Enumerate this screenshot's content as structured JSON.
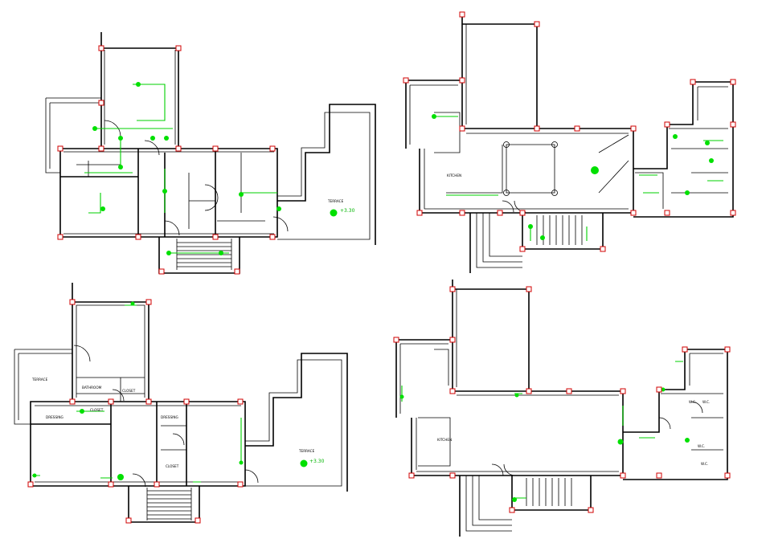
{
  "colors": {
    "walls": "#000000",
    "electrical": "#00e000",
    "columns": "#d00000",
    "background": "#ffffff"
  },
  "plans": {
    "top_left": {
      "terrace_label": "TERRACE",
      "level_label": "+3.30"
    },
    "top_right": {
      "kitchen_label": "KITCHEN"
    },
    "bottom_left": {
      "terrace_top_label": "TERRACE",
      "bathroom_label": "BATHROOM",
      "closet_label": "CLOSET",
      "dressing_label": "DRESSING",
      "closet2_label": "CLOSET",
      "dressing2_label": "DRESSING",
      "closet3_label": "CLOSET",
      "terrace_right_label": "TERRACE",
      "level_label": "+3.30"
    },
    "bottom_right": {
      "kitchen_label": "KITCHEN",
      "wc1_label": "W.C.",
      "wc2_label": "W.C.",
      "wc3_label": "W.C.",
      "wc4_label": "W.C."
    }
  }
}
